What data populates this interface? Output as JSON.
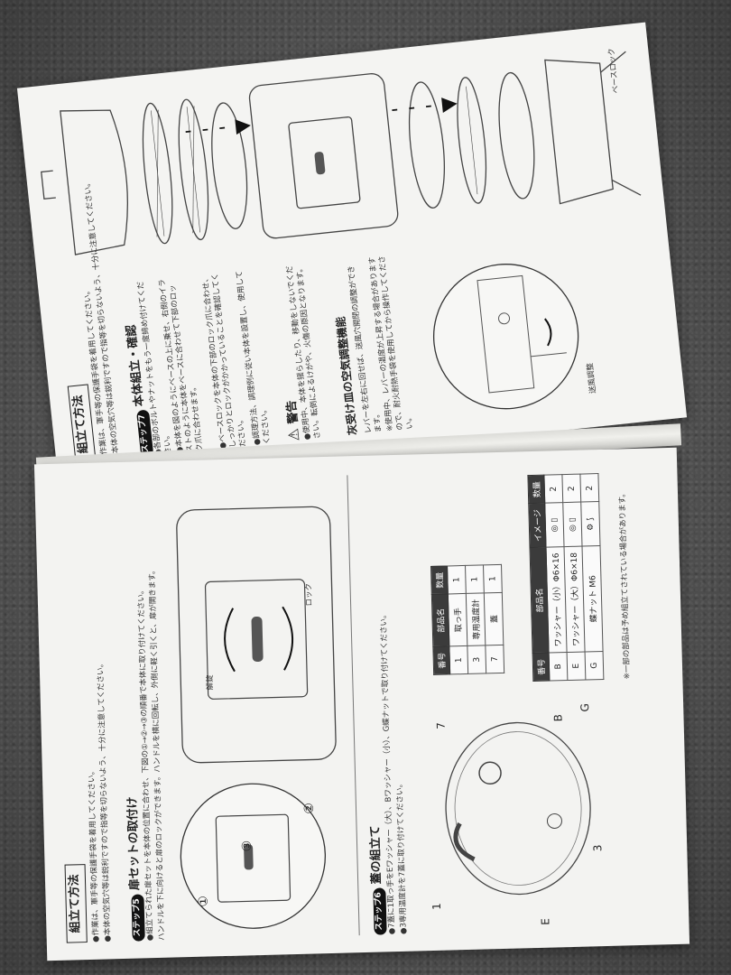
{
  "pages": {
    "left": {
      "header": "組立て方法",
      "notes": [
        "●作業は、軍手等の保護手袋を着用してください。",
        "●本体の空気穴等は鋭利ですので指等を切らないよう、十分に注意してください。"
      ],
      "step5": {
        "badge": "ステップ5",
        "title": "扉セットの取付け",
        "text": [
          "●組立てられた扉セットを本体の位置に合わせ、下図の①→②→③の順番で本体に取り付けてください。",
          "ハンドルを下に向けると扉のロックができます。ハンドルを横に回転し、外側に軽く引くと、扉が開きます。"
        ],
        "callouts": [
          "①",
          "②",
          "③"
        ],
        "lock_label": "ロック",
        "unlock_label": "解錠"
      },
      "step6": {
        "badge": "ステップ6",
        "title": "蓋の組立て",
        "text": [
          "●7蓋に1取っ手をEワッシャー（大）、Bワッシャー（小）、G蝶ナットで取り付けてください。",
          "●3専用温度計を7蓋に取り付けてください。"
        ],
        "callouts": [
          "1",
          "7",
          "B",
          "G",
          "E",
          "3"
        ]
      },
      "table1": {
        "headers": [
          "番号",
          "部品名",
          "数量"
        ],
        "rows": [
          [
            "1",
            "取っ手",
            "1"
          ],
          [
            "3",
            "専用温度計",
            "1"
          ],
          [
            "7",
            "蓋",
            "1"
          ]
        ]
      },
      "table2": {
        "headers": [
          "番号",
          "部品名",
          "イメージ",
          "数量"
        ],
        "rows": [
          [
            "B",
            "ワッシャー（小）Φ6×16",
            "2"
          ],
          [
            "E",
            "ワッシャー（大）Φ6×18",
            "2"
          ],
          [
            "G",
            "蝶ナット M6",
            "2"
          ]
        ]
      },
      "footnote": "※一部の部品は予め組立てされている場合があります。"
    },
    "right": {
      "header": "組立て方法",
      "notes": [
        "●作業は、軍手等の保護手袋を着用してください。",
        "●本体の空気穴等は鋭利ですので指等を切らないよう、十分に注意してください。"
      ],
      "step7": {
        "badge": "ステップ7",
        "title": "本体組立・確認",
        "text": [
          "●各部のボルトやナットをもう一度締め付けてください。",
          "●本体を図のようにベースの上に乗せ、右側のイラストのように本体をベースに合わせて下部のロック爪に合わせます。",
          "●ベースロックを本体の下部のロック爪に合わせ、しっかりとロックがかかっていることを確認してください。",
          "●調理方法、調理例に従い本体を設置し、使用してください。"
        ]
      },
      "warning": {
        "title": "警告",
        "text": "●使用中、本体を揺らしたり、移動をしないでください。転倒によるけがや、火傷の原因となります。"
      },
      "ash": {
        "title": "灰受け皿の空気調整機能",
        "text": [
          "レバーを左右に回せば、送風穴開閉の調整ができます。",
          "※使用中、レバーの温度が上昇する場合がありますので、耐火耐熱手袋を使用してから操作してください。"
        ],
        "base_lock_label": "ベースロック",
        "airflow_label": "送風調整"
      }
    }
  }
}
